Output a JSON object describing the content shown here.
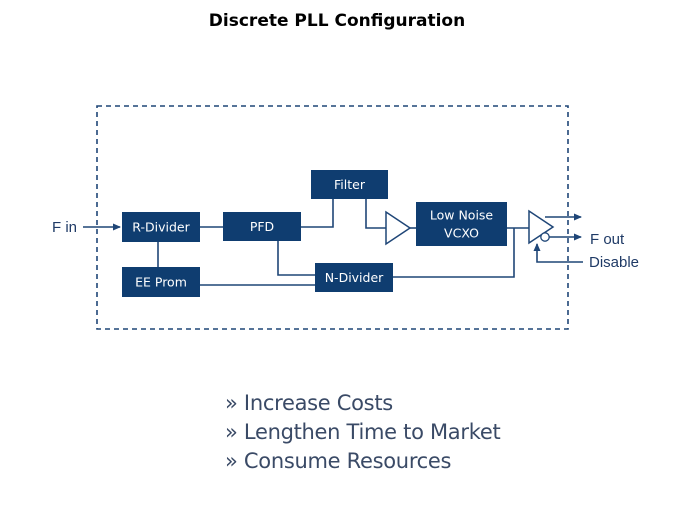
{
  "title": "Discrete PLL Configuration",
  "diagram": {
    "input_label": "F in",
    "output_label": "F out",
    "disable_label": "Disable",
    "blocks": {
      "r_divider": "R-Divider",
      "pfd": "PFD",
      "filter": "Filter",
      "vcxo_line1": "Low Noise",
      "vcxo_line2": "VCXO",
      "ee_prom": "EE Prom",
      "n_divider": "N-Divider"
    },
    "colors": {
      "block_fill": "#0f3d70",
      "wire": "#1f4677",
      "border": "#1f4677"
    }
  },
  "bullets": [
    "» Increase Costs",
    "» Lengthen Time to Market",
    "» Consume Resources"
  ]
}
